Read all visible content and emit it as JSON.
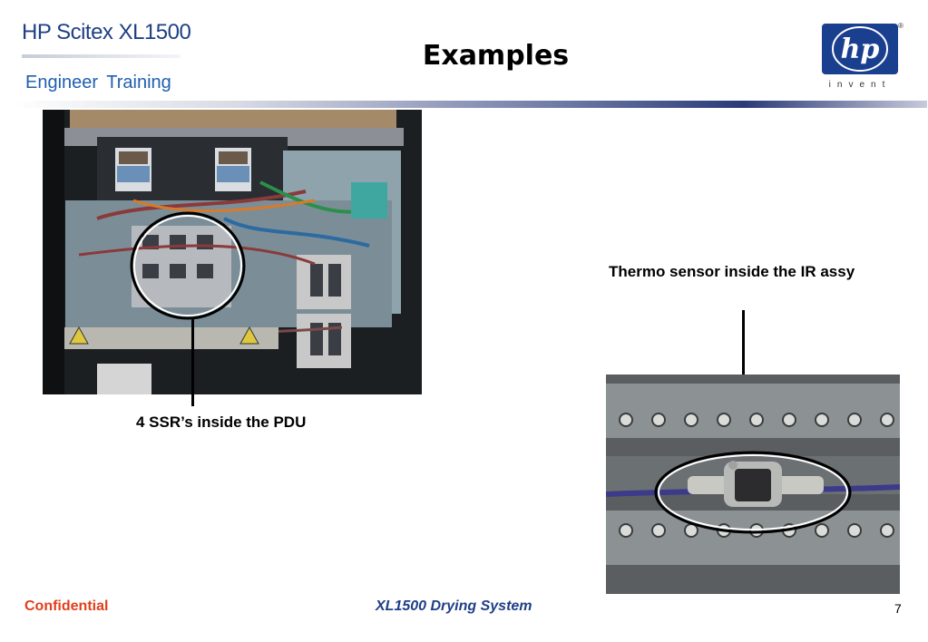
{
  "header": {
    "product": "HP Scitex XL1500",
    "subtitle": "Engineer  Training",
    "title": "Examples",
    "logo_text": "hp",
    "logo_tagline": "invent",
    "logo_mark": "®"
  },
  "figures": [
    {
      "caption": "4 SSR’s inside the PDU",
      "icon": "pdu-photo"
    },
    {
      "caption": "Thermo sensor inside the IR assy",
      "icon": "sensor-photo"
    }
  ],
  "footer": {
    "confidential": "Confidential",
    "center": "XL1500 Drying System",
    "page": "7"
  },
  "colors": {
    "brand_blue": "#1f3f86",
    "confidential_orange": "#e0401c",
    "hp_logo": "#1a3f8f"
  }
}
